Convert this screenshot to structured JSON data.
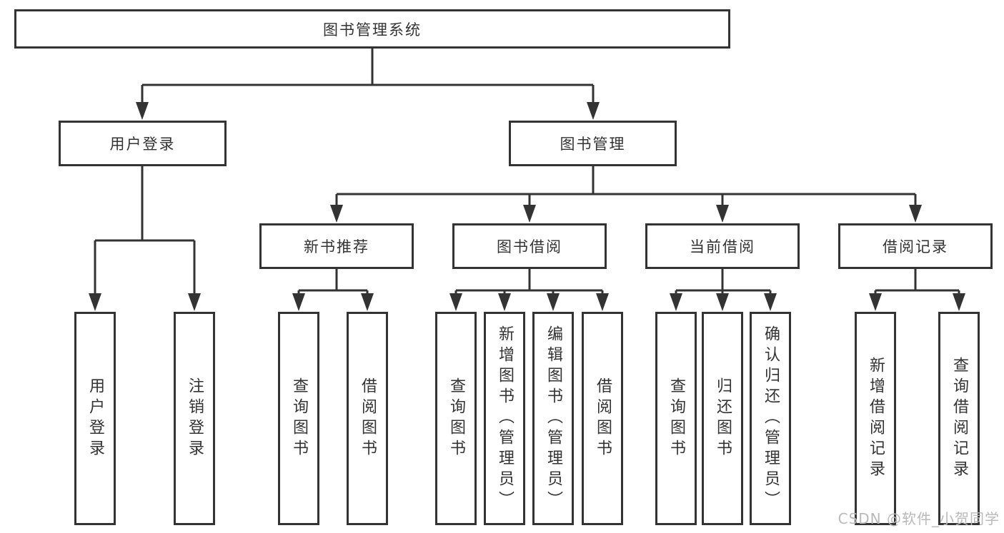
{
  "diagram_type": "hierarchy-tree",
  "tree": {
    "label": "图书管理系统",
    "children": [
      {
        "label": "用户登录",
        "children": [
          {
            "label": "用户登录"
          },
          {
            "label": "注销登录"
          }
        ]
      },
      {
        "label": "图书管理",
        "children": [
          {
            "label": "新书推荐",
            "children": [
              {
                "label": "查询图书"
              },
              {
                "label": "借阅图书"
              }
            ]
          },
          {
            "label": "图书借阅",
            "children": [
              {
                "label": "查询图书"
              },
              {
                "label": "新增图书（管理员）"
              },
              {
                "label": "编辑图书（管理员）"
              },
              {
                "label": "借阅图书"
              }
            ]
          },
          {
            "label": "当前借阅",
            "children": [
              {
                "label": "查询图书"
              },
              {
                "label": "归还图书"
              },
              {
                "label": "确认归还（管理员）"
              }
            ]
          },
          {
            "label": "借阅记录",
            "children": [
              {
                "label": "新增借阅记录"
              },
              {
                "label": "查询借阅记录"
              }
            ]
          }
        ]
      }
    ]
  },
  "watermark": {
    "text": "CSDN @软件_小贺同学"
  },
  "colors": {
    "line": "#333333",
    "text": "#333333",
    "box_bg": "#ffffff",
    "page_bg": "#ffffff",
    "watermark": "#b9b9b9"
  }
}
